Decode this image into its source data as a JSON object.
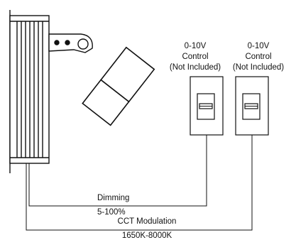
{
  "controls": [
    {
      "line1": "0-10V",
      "line2": "Control",
      "line3": "(Not Included)"
    },
    {
      "line1": "0-10V",
      "line2": "Control",
      "line3": "(Not Included)"
    }
  ],
  "wires": {
    "dimming_label": "Dimming",
    "dimming_range": "5-100%",
    "cct_label": "CCT Modulation",
    "cct_range": "1650K-8000K"
  },
  "colors": {
    "line": "#111111",
    "fill": "#ffffff"
  }
}
